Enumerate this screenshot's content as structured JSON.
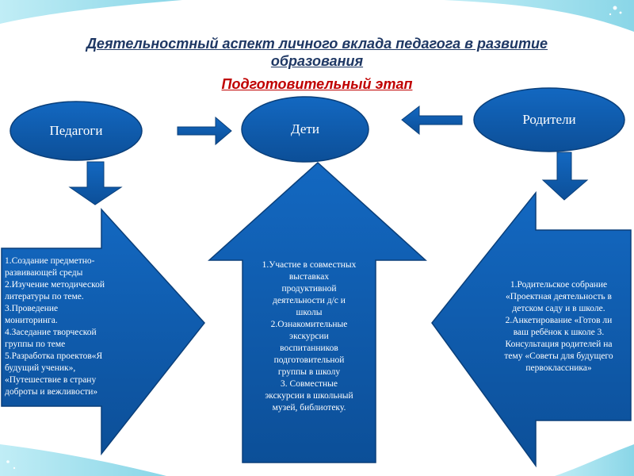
{
  "title": {
    "line1": "Деятельностный аспект личного вклада педагога в развитие",
    "line2": "образования",
    "subtitle": "Подготовительный этап"
  },
  "nodes": {
    "teachers": "Педагоги",
    "children": "Дети",
    "parents": "Родители"
  },
  "boxes": {
    "teachers": [
      "1.Создание предметно-",
      "развивающей среды",
      "2.Изучение  методической",
      "литературы по теме.",
      "3.Проведение",
      "мониторинга.",
      "4.Заседание творческой",
      "группы  по теме",
      "5.Разработка  проектов«Я",
      "будущий ученик»,",
      "«Путешествие в страну",
      "доброты и вежливости»"
    ],
    "children": [
      "1.Участие в совместных",
      "выставках",
      "продуктивной",
      "деятельности  д/с и",
      "школы",
      "2.Ознакомительные",
      "экскурсии",
      "воспитанников",
      "подготовительной",
      "группы  в школу",
      "3. Совместные",
      "экскурсии в школьный",
      "музей, библиотеку."
    ],
    "parents": [
      "1.Родительское собрание",
      "«Проектная деятельность в",
      "детском саду и в школе.",
      "2.Анкетирование «Готов ли",
      "ваш ребёнок к школе   3.",
      "Консультация родителей на",
      "тему «Советы для будущего",
      "первоклассника»"
    ]
  },
  "colors": {
    "shape_fill": "#0f5cad",
    "shape_stroke": "#0a3f7a",
    "title": "#1f3864",
    "subtitle": "#c00000",
    "background_accent": "#7fd4e6"
  }
}
